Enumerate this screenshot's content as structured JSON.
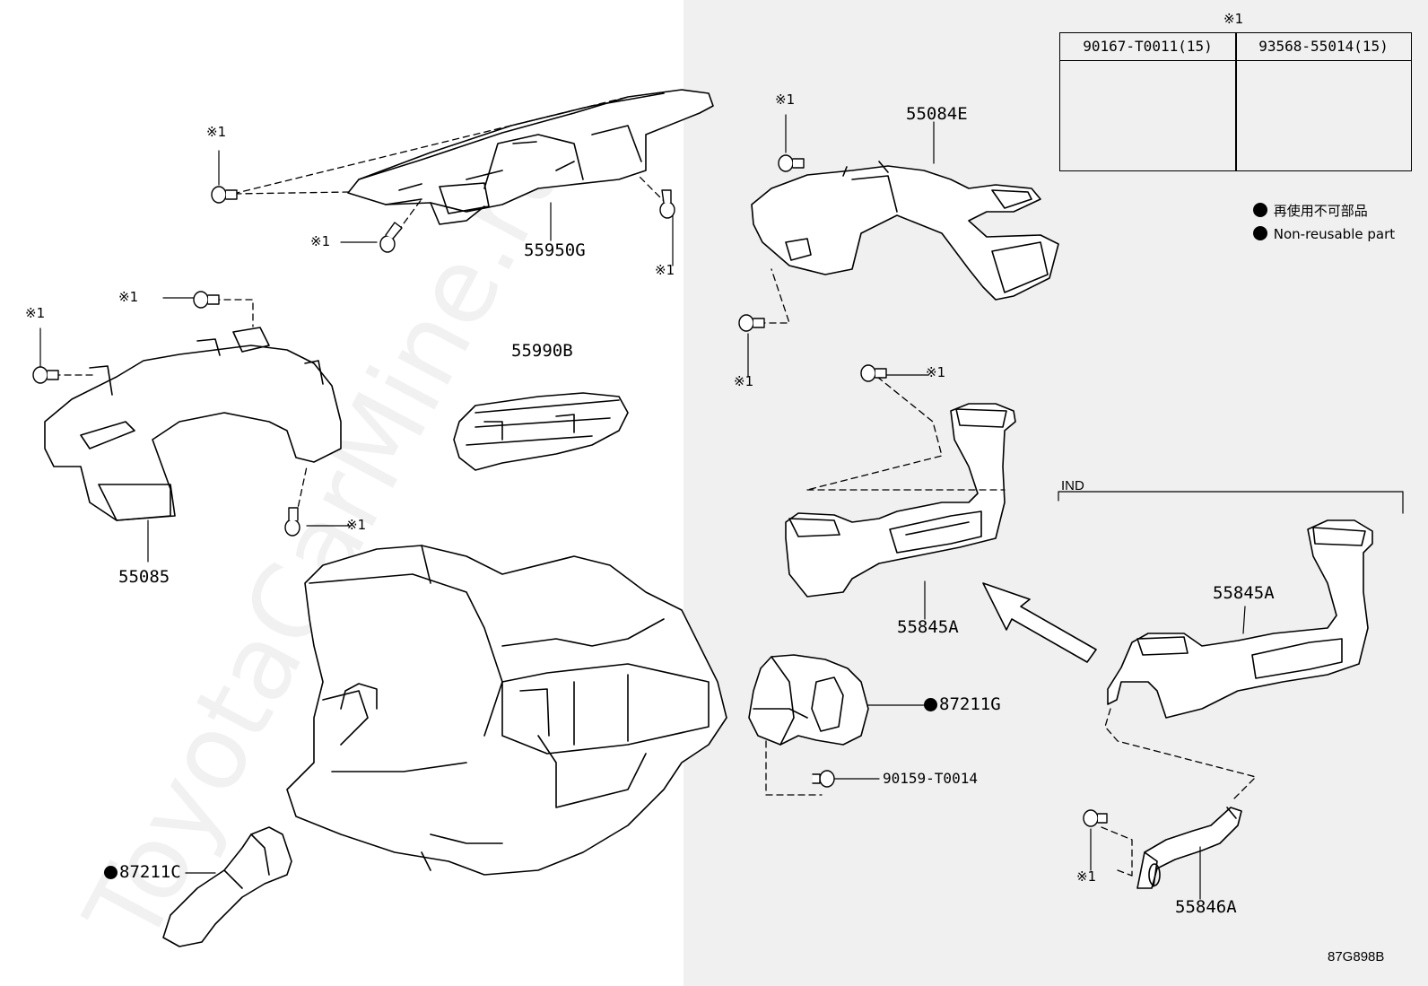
{
  "watermark": "ToyotaCarMine.ru",
  "note_mark": "※1",
  "fastener_table": {
    "header_mark": "※1",
    "columns": [
      {
        "part_no": "90167-T0011(15)",
        "head": "phillips-screw-icon"
      },
      {
        "part_no": "93568-55014(15)",
        "head": "torx-screw-icon"
      }
    ]
  },
  "legend": {
    "items": [
      {
        "symbol": "●",
        "text": "再使用不可部品"
      },
      {
        "symbol": "●",
        "text": "Non-reusable part"
      }
    ]
  },
  "variant_label": "IND",
  "diagram_code": "87G898B",
  "parts": {
    "p55950G": "55950G",
    "p55084E": "55084E",
    "p55990B": "55990B",
    "p55085": "55085",
    "p55845A_main": "55845A",
    "p55845A_ind": "55845A",
    "p87211G": "87211G",
    "p87211C": "87211C",
    "p90159": "90159-T0014",
    "p55846A": "55846A"
  },
  "non_reusable": {
    "p87211G": true,
    "p87211C": true
  }
}
